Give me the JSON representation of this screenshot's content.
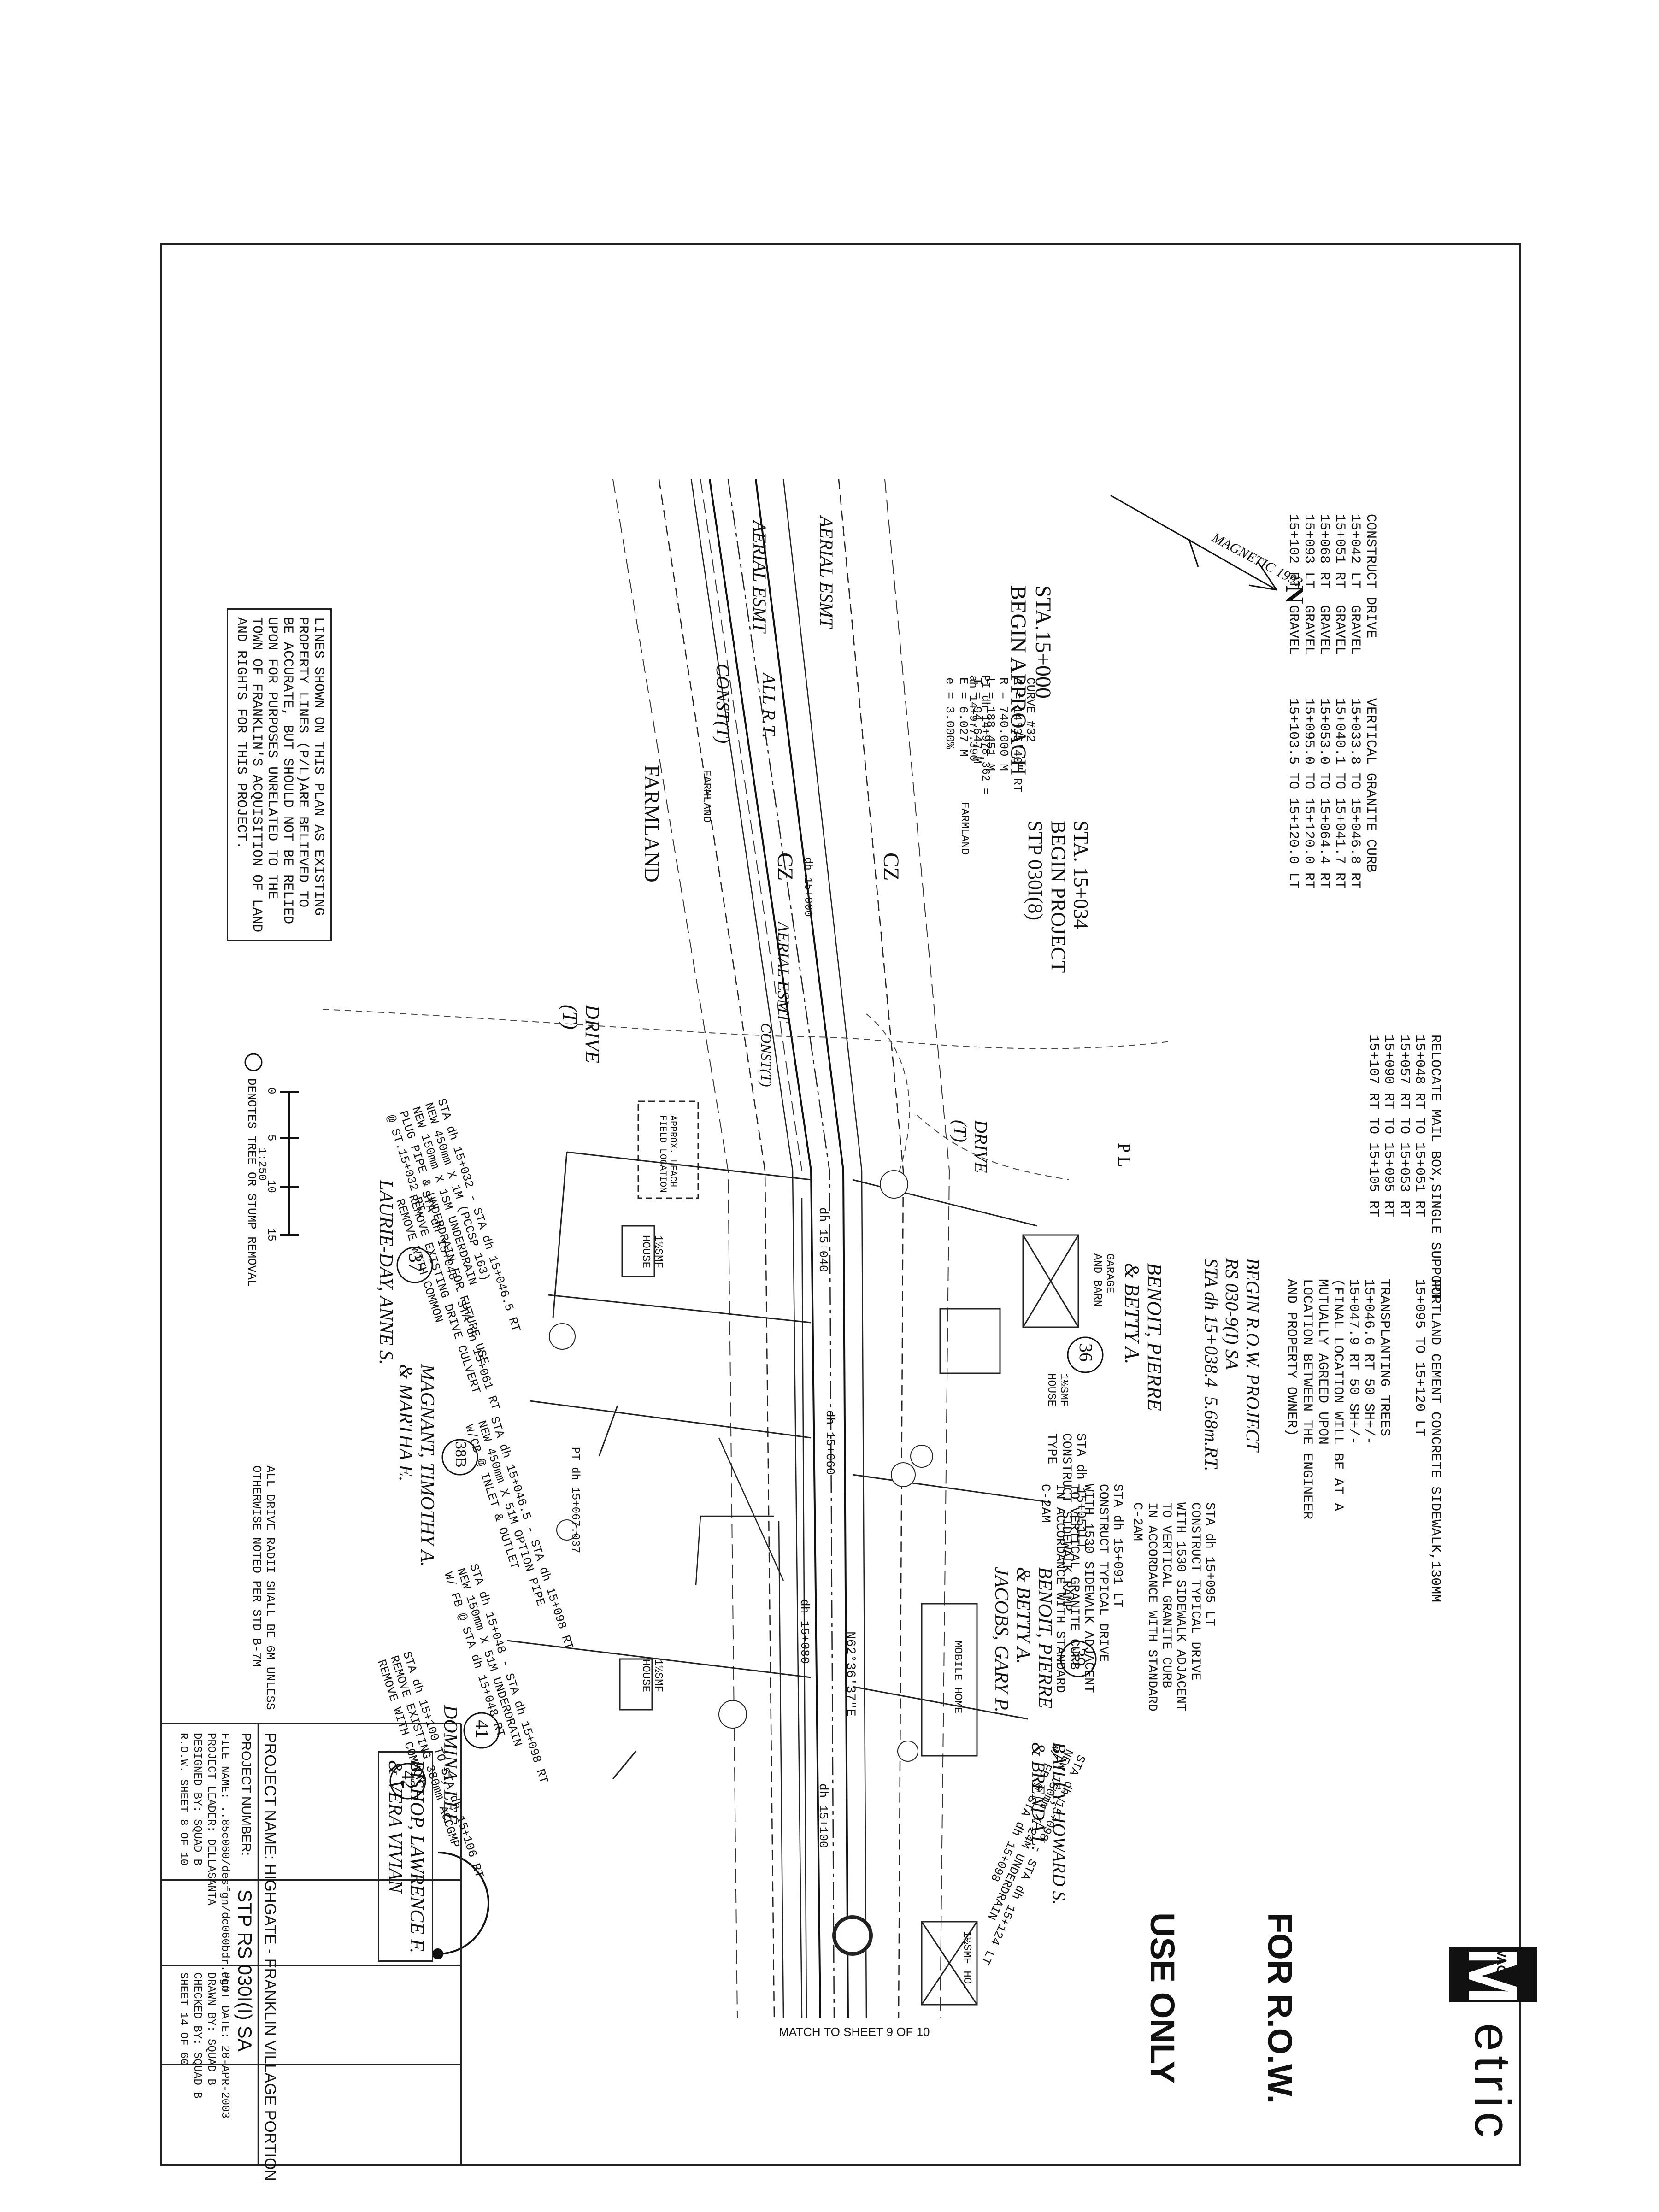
{
  "logo": {
    "mark": "M",
    "tag": "VAOT",
    "word": "etric"
  },
  "row_stamp": {
    "line1": "FOR R.O.W.",
    "line2": "USE ONLY"
  },
  "north": {
    "label": "MAGNETIC 1993",
    "arrow": "N"
  },
  "notes": {
    "construct_drive": "CONSTRUCT DRIVE\n15+042 LT  GRAVEL\n15+051 RT  GRAVEL\n15+068 RT  GRAVEL\n15+093 LT  GRAVEL\n15+102 RT  GRAVEL",
    "vertical_curb": "VERTICAL GRANITE CURB\n15+033.8 TO 15+046.8 RT\n15+040.1 TO 15+041.7 RT\n15+053.0 TO 15+064.4 RT\n15+095.0 TO 15+120.0 RT\n15+103.5 TO 15+120.0 LT",
    "mailbox": "RELOCATE MAIL BOX,SINGLE SUPPORT\n15+048 RT TO 15+051 RT\n15+057 RT TO 15+053 RT\n15+090 RT TO 15+095 RT\n15+107 RT TO 15+105 RT",
    "sidewalk": "PORTLAND CEMENT CONCRETE SIDEWALK,130MM\n15+095 TO 15+120 LT",
    "trees": "TRANSPLANTING TREES\n15+046.6 RT 50 SH+/-\n15+047.9 RT 50 SH+/-\n(FINAL LOCATION WILL BE AT A\nMUTUALLY AGREED UPON\nLOCATION BETWEEN THE ENGINEER\nAND PROPERTY OWNER)",
    "drive_typical": "STA dh 15+095 LT\nCONSTRUCT TYPICAL DRIVE\nWITH 1530 SIDEWALK ADJACENT\nTO VERTICAL GRANITE CURB\nIN ACCORDANCE WITH STANDARD\nC-2AM",
    "drive_adjacent": "STA dh 15+091 LT\nCONSTRUCT TYPICAL DRIVE\nWITH 1530 SIDEWALK ADJACENT\nTO VERTICAL GRANITE CURB\nIN ACCORDANCE WITH STANDARD\nC-2AM",
    "ramp": "STA dh 15+051LT\nCONSTRUCT SIDEWALK RAMP\nTYPE",
    "lines_disclaimer": "LINES SHOWN ON THIS PLAN AS EXISTING\nPROPERTY LINES (P/L)ARE BELIEVED TO\nBE ACCURATE, BUT SHOULD NOT BE RELIED\nUPON FOR PURPOSES UNRELATED TO THE\nTOWN OF FRANKLIN'S ACQUISITION OF LAND\nAND RIGHTS FOR THIS PROJECT.",
    "drive_radii": "ALL DRIVE RADII SHALL BE 6M UNLESS\nOTHERWISE NOTED PER STD B-7M",
    "tree_legend": "DENOTES TREE OR STUMP REMOVAL",
    "culvert_1": "STA dh 15+032 - STA dh 15+046.5 RT\nNEW 450mm X 1M (PCCSP 163)\nNEW 150mm X 1SM UNDERDRAIN\nPLUG PIPE & UNDERDRAIN FOR FUTURE USE\n@ ST.15+032 RT.",
    "culvert_2": "STA dh 15+048 - STA dh 15+061 RT\nREMOVE EXISTING DRIVE CULVERT\nREMOVE WITH COMMON",
    "culvert_3": "STA dh 15+046.5 - STA dh 15+098 RT\nNEW 450mm X 51M OPTION PIPE\nW/CB @ INLET & OUTLET",
    "culvert_4": "STA dh 15+048 - STA dh 15+098 RT\nNEW 150mm X 51M UNDERDRAIN\nW/ FB @ STA dh 15+048 RT",
    "culvert_5": "STA dh 15+100 TO STA dh 15+106 RT\nREMOVE EXISTING 380mm ACCGMP\nREMOVE WITH COMMON",
    "underdrain_new": "STA dh 15+098 - STA dh 15+124 LT\nNEW 150mm X 24M UNDERDRAIN\nW/ FB @ STA dh 15+098"
  },
  "labels": {
    "begin_approach": "STA.15+000\nBEGIN APPROACH",
    "begin_project": "STA. 15+034\nBEGIN PROJECT\nSTP 030I(8)",
    "begin_row": "BEGIN R.O.W. PROJECT\nRS 030-9(I) SA\nSTA dh 15+038.4  5.68m.RT.",
    "curve": "CURVE #32\nΔ = 14°35'40\" RT\nR = 740.000 M\nL = 188.451 M\nT = 94.647 M\nE = 6.027 M\ne = 3.000%",
    "pi": "PI dh 14+978.362 =\nah 14+977.390",
    "match": "MATCH TO SHEET 9 OF 10",
    "farmland1": "FARMLAND",
    "farmland2": "FARMLAND",
    "farmland3": "FARMLAND",
    "drive_t1": "DRIVE\n(T)",
    "drive_t2": "DRIVE\n(T)",
    "const_t1": "CONST(T)",
    "const_t2": "CONST(T)",
    "aerial1": "AERIAL ESMT",
    "aerial2": "AERIAL ESMT",
    "aerial3": "AERIAL ESMT",
    "all_rt": "ALL R.T.",
    "cz1": "CZ",
    "cz2": "CZ",
    "leach": "APPROX. LEACH\nFIELD LOCATION",
    "garage": "GARAGE\nAND BARN",
    "mobile": "MOBILE HOME",
    "house1": "1½SMF\nHOUSE",
    "house2": "1½SMF\nHOUSE",
    "house3": "1½SMF\nHOUSE",
    "house4": "1½SMF HO.",
    "pl": "P L",
    "station_060": "dh 15+060",
    "station_080": "dh 15+080",
    "station_100": "dh 15+100",
    "station_040": "dh 15+040",
    "station_000": "dh 15+000",
    "bearing": "N62°36'37\"E",
    "pt": "PT dh 15+067.037",
    "scale_unit": "1:250",
    "scale_ticks": [
      "0",
      "5",
      "10",
      "15"
    ]
  },
  "owners": [
    {
      "parcel": "36",
      "name": "BENOIT, PIERRE\n& BETTY A."
    },
    {
      "parcel": "37",
      "name": "LAURIE-DAY, ANNE S."
    },
    {
      "parcel": "38B",
      "name": "MAGNANT, TIMOTHY A.\n& MARTHA E."
    },
    {
      "parcel": "39",
      "name": "BENOIT, PIERRE\n& BETTY A.\nJACOBS, GARY P."
    },
    {
      "parcel": "41",
      "name": "DOMINA, LEE"
    },
    {
      "parcel": "42",
      "name": "BISHOP, LAWRENCE F.\n& VERA VIVIAN"
    },
    {
      "parcel": "",
      "name": "BAILEY, HOWARD S.\n& BRENDA L."
    }
  ],
  "title_block": {
    "project_name": "PROJECT NAME: HIGHGATE - FRANKLIN VILLAGE PORTION",
    "project_number_label": "PROJECT NUMBER:",
    "project_number": "STP RS 030I(I) SA",
    "file_name": "FILE NAME: ..85c060/desfgn/dc060bdr.dgn",
    "layer": "PROJECT LEADER: DELLASANTA",
    "designed": "DESIGNED BY: SQUAD B",
    "row_sheet": "R.O.W. SHEET 8 OF 10",
    "plot_date": "PLOT DATE: 28-APR-2003",
    "drawn": "DRAWN BY: SQUAD B",
    "checked": "CHECKED BY: SQUAD B",
    "sheet": "SHEET 14 OF 60"
  },
  "colors": {
    "ink": "#111111",
    "paper": "#ffffff"
  }
}
